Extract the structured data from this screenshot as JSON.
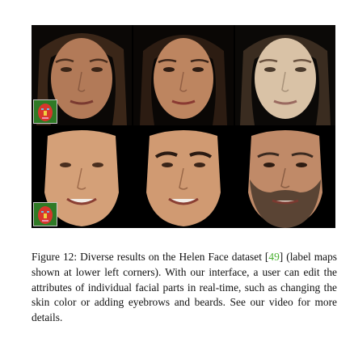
{
  "figure": {
    "label": "Figure 12:",
    "caption_text": " Diverse results on the Helen Face dataset [",
    "citation": "49",
    "caption_rest": "] (label maps shown at lower left corners). With our interface, a user can edit the attributes of individual facial parts in real-time, such as changing the skin color or adding eyebrows and beards. See our video for more details."
  },
  "images": [
    {
      "row": 1,
      "col": 1,
      "subject": "woman face, original",
      "skin": "#b27a58",
      "hair": "#3a2618",
      "has_label_map": true
    },
    {
      "row": 1,
      "col": 2,
      "subject": "woman face, edited",
      "skin": "#bd8560",
      "hair": "#2c1c12",
      "has_label_map": false
    },
    {
      "row": 1,
      "col": 3,
      "subject": "woman face, pale skin",
      "skin": "#d9c2a6",
      "hair": "#3a2c20",
      "has_label_map": false
    },
    {
      "row": 2,
      "col": 1,
      "subject": "man face, original",
      "skin": "#d4a078",
      "hair": "#000000",
      "has_label_map": true
    },
    {
      "row": 2,
      "col": 2,
      "subject": "man face, eyebrows added",
      "skin": "#d09a72",
      "hair": "#000000",
      "has_label_map": false
    },
    {
      "row": 2,
      "col": 3,
      "subject": "man face, beard added",
      "skin": "#c08a68",
      "hair": "#3b2a20",
      "has_label_map": false
    }
  ]
}
